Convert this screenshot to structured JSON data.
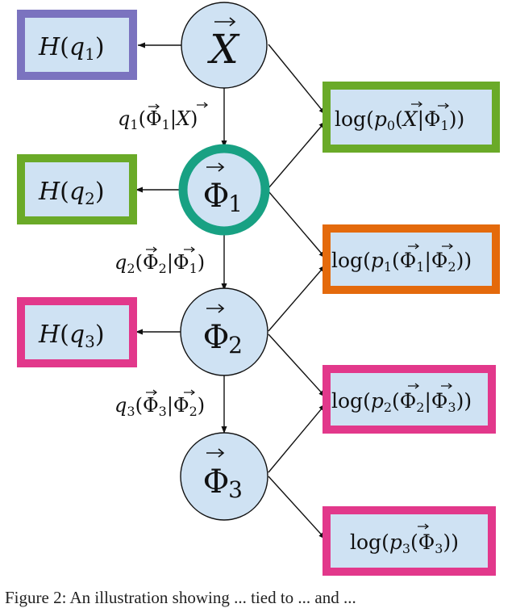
{
  "colors": {
    "node_fill": "#cfe2f3",
    "box_fill": "#cfe2f3",
    "purple": "#7b73bf",
    "green": "#6aaa28",
    "orange": "#e46a0c",
    "magenta": "#e2388b",
    "teal": "#18a183"
  },
  "nodes": {
    "x": "X",
    "phi1": "Φ",
    "phi1_sub": "1",
    "phi2": "Φ",
    "phi2_sub": "2",
    "phi3": "Φ",
    "phi3_sub": "3"
  },
  "entropy_boxes": [
    {
      "symbol": "H",
      "arg": "q",
      "sub": "1"
    },
    {
      "symbol": "H",
      "arg": "q",
      "sub": "2"
    },
    {
      "symbol": "H",
      "arg": "q",
      "sub": "3"
    }
  ],
  "log_boxes": [
    {
      "fn": "log",
      "p": "p",
      "sub": "0",
      "a": "X",
      "a_sub": "",
      "b": "Φ",
      "b_sub": "1"
    },
    {
      "fn": "log",
      "p": "p",
      "sub": "1",
      "a": "Φ",
      "a_sub": "1",
      "b": "Φ",
      "b_sub": "2"
    },
    {
      "fn": "log",
      "p": "p",
      "sub": "2",
      "a": "Φ",
      "a_sub": "2",
      "b": "Φ",
      "b_sub": "3"
    },
    {
      "fn": "log",
      "p": "p",
      "sub": "3",
      "a": "Φ",
      "a_sub": "3"
    }
  ],
  "edge_labels": [
    {
      "q": "q",
      "sub": "1",
      "a": "Φ",
      "a_sub": "1",
      "b": "X",
      "b_sub": ""
    },
    {
      "q": "q",
      "sub": "2",
      "a": "Φ",
      "a_sub": "2",
      "b": "Φ",
      "b_sub": "1"
    },
    {
      "q": "q",
      "sub": "3",
      "a": "Φ",
      "a_sub": "3",
      "b": "Φ",
      "b_sub": "2"
    }
  ],
  "caption": "Figure 2: An illustration showing ... tied to ... and ..."
}
